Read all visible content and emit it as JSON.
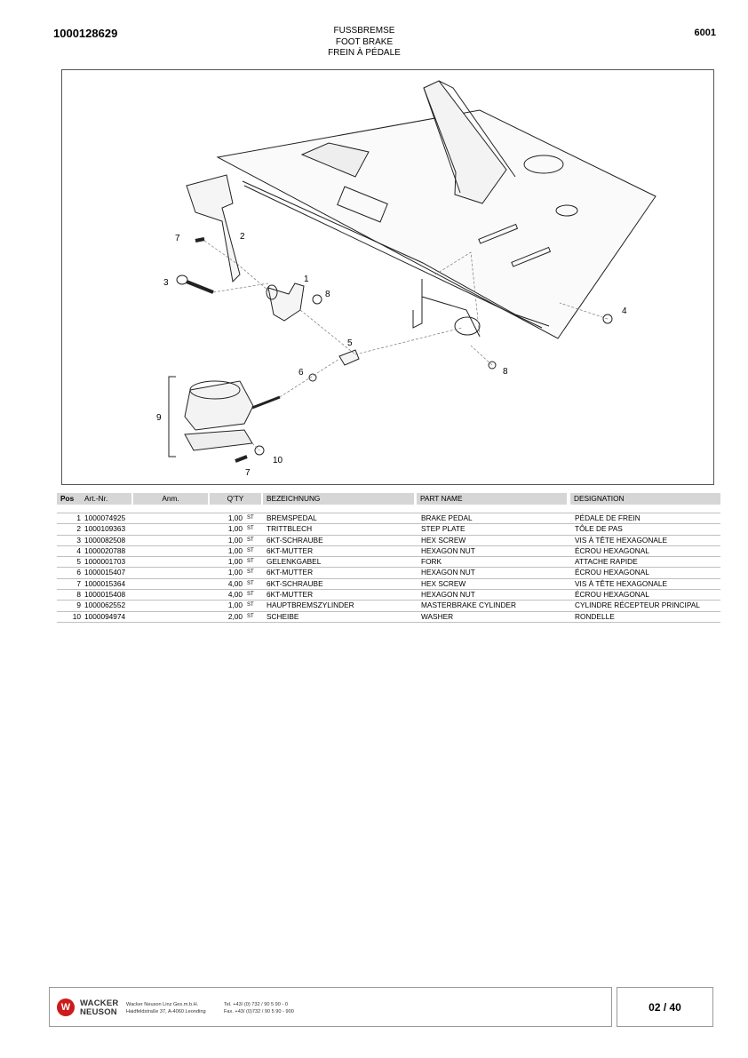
{
  "header": {
    "doc_number": "1000128629",
    "title_de": "FUSSBREMSE",
    "title_en": "FOOT BRAKE",
    "title_fr": "FREIN À PÉDALE",
    "page_code": "6001"
  },
  "drawing": {
    "callouts": [
      "1",
      "2",
      "3",
      "4",
      "5",
      "6",
      "7",
      "8",
      "8",
      "9",
      "10",
      "7"
    ]
  },
  "table": {
    "headers": {
      "pos": "Pos",
      "art": "Art.-Nr.",
      "anm": "Anm.",
      "qty": "Q'TY",
      "de": "BEZEICHNUNG",
      "en": "PART NAME",
      "fr": "DESIGNATION"
    },
    "rows": [
      {
        "pos": "1",
        "art": "1000074925",
        "qty": "1,00",
        "unit": "ST",
        "de": "BREMSPEDAL",
        "en": "BRAKE PEDAL",
        "fr": "PÉDALE DE FREIN"
      },
      {
        "pos": "2",
        "art": "1000109363",
        "qty": "1,00",
        "unit": "ST",
        "de": "TRITTBLECH",
        "en": "STEP PLATE",
        "fr": "TÔLE DE PAS"
      },
      {
        "pos": "3",
        "art": "1000082508",
        "qty": "1,00",
        "unit": "ST",
        "de": "6KT-SCHRAUBE",
        "en": "HEX SCREW",
        "fr": "VIS À TÊTE HEXAGONALE"
      },
      {
        "pos": "4",
        "art": "1000020788",
        "qty": "1,00",
        "unit": "ST",
        "de": "6KT-MUTTER",
        "en": "HEXAGON NUT",
        "fr": "ÉCROU HEXAGONAL"
      },
      {
        "pos": "5",
        "art": "1000001703",
        "qty": "1,00",
        "unit": "ST",
        "de": "GELENKGABEL",
        "en": "FORK",
        "fr": "ATTACHE RAPIDE"
      },
      {
        "pos": "6",
        "art": "1000015407",
        "qty": "1,00",
        "unit": "ST",
        "de": "6KT-MUTTER",
        "en": "HEXAGON NUT",
        "fr": "ÉCROU HEXAGONAL"
      },
      {
        "pos": "7",
        "art": "1000015364",
        "qty": "4,00",
        "unit": "ST",
        "de": "6KT-SCHRAUBE",
        "en": "HEX SCREW",
        "fr": "VIS À TÊTE HEXAGONALE"
      },
      {
        "pos": "8",
        "art": "1000015408",
        "qty": "4,00",
        "unit": "ST",
        "de": "6KT-MUTTER",
        "en": "HEXAGON NUT",
        "fr": "ÉCROU HEXAGONAL"
      },
      {
        "pos": "9",
        "art": "1000062552",
        "qty": "1,00",
        "unit": "ST",
        "de": "HAUPTBREMSZYLINDER",
        "en": "MASTERBRAKE CYLINDER",
        "fr": "CYLINDRE RÉCEPTEUR PRINCIPAL"
      },
      {
        "pos": "10",
        "art": "1000094974",
        "qty": "2,00",
        "unit": "ST",
        "de": "SCHEIBE",
        "en": "WASHER",
        "fr": "RONDELLE"
      }
    ]
  },
  "footer": {
    "logo_mark": "W",
    "brand_line1": "WACKER",
    "brand_line2": "NEUSON",
    "company_line1": "Wacker Neuson Linz  Ges.m.b.H.",
    "company_line2": "Haidfeldstraße 37, A-4060 Leonding",
    "tel": "Tel. +43/ (0) 732 / 90 5 90 - 0",
    "fax": "Fax. +43/ (0)732 / 90 5 90 - 900",
    "page": "02 / 40"
  },
  "colors": {
    "logo": "#cc1b1b",
    "table_header": "#d6d6d6"
  }
}
